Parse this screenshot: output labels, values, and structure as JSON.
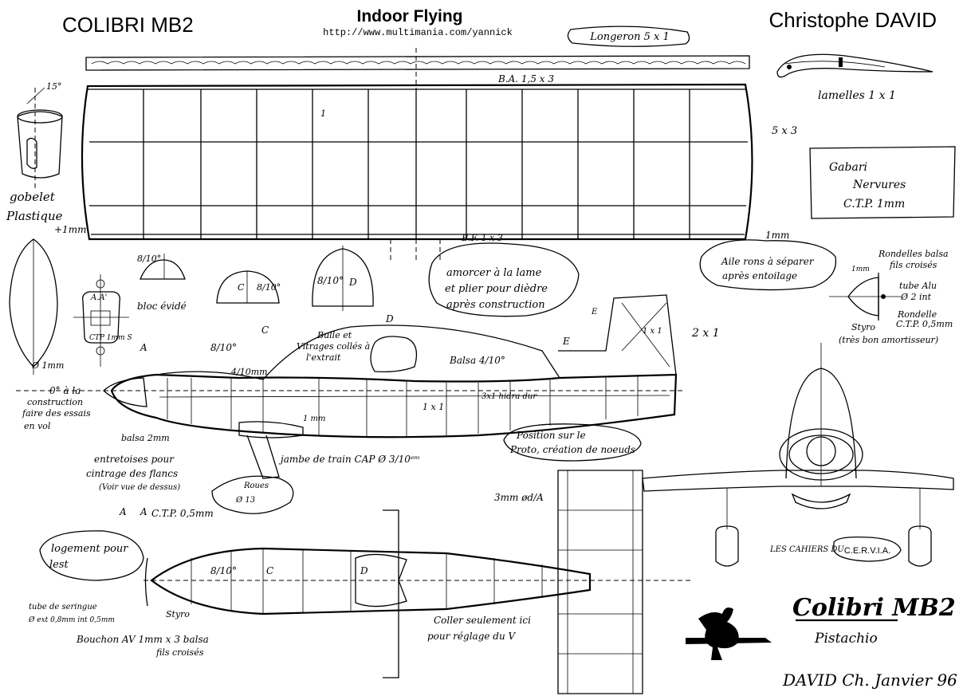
{
  "header": {
    "model_name": "COLIBRI MB2",
    "category": "Indoor Flying",
    "url": "http://www.multimania.com/yannick",
    "author": "Christophe DAVID"
  },
  "wing": {
    "spar": "Longeron  5 x 1",
    "leading_edge": "B.A. 1,5 x 3",
    "trailing_edge": "B.F. 1 x 3",
    "edge_size": "5 x 3",
    "rib_dim": "1"
  },
  "airfoil": {
    "slats": "lamelles 1 x 1"
  },
  "template_box": {
    "line1": "Gabari",
    "line2": "Nervures",
    "line3": "C.T.P. 1mm"
  },
  "wing_separation": {
    "dim": "1mm",
    "line1": "Aile rons à séparer",
    "line2": "après entoilage"
  },
  "cowl": {
    "angle": "15°",
    "line1": "gobelet",
    "line2": "Plastique",
    "thickness": "+1mm"
  },
  "dihedral_note": {
    "line1": "amorcer à la lame",
    "line2": "et plier pour dièdre",
    "line3": "après construction"
  },
  "bulkheads": {
    "a_label": "A",
    "a_ref": "A.A'",
    "a_ctp": "CTP 1mm S",
    "b_label": "8/10°",
    "c_label": "C",
    "c_dim": "8/10°",
    "d_label": "D",
    "d_dim": "8/10°",
    "e_label": "E",
    "diam": "Ø 1mm"
  },
  "fuselage": {
    "bloc": "bloc évidé",
    "canopy_line1": "Bulle et",
    "canopy_line2": "Vitrages collés à",
    "canopy_line3": "l'extrait",
    "balsa_top": "Balsa 4/10°",
    "balsa_side": "4/10mm",
    "struts": "1 x 1",
    "side_dim": "3x1 hidra dur",
    "zero_line1": "0° à la",
    "zero_line2": "construction",
    "zero_line3": "faire des essais",
    "zero_line4": "en vol",
    "balsa_2mm": "balsa 2mm",
    "spacers_line1": "entretoises pour",
    "spacers_line2": "cintrage des flancs",
    "spacers_line3": "(Voir vue de dessus)",
    "gear": "jambe de train CAP Ø 3/10ᵉᵐ",
    "wheel_line1": "Roues",
    "wheel_line2": "Ø 13",
    "one_mm": "1 mm",
    "position_line1": "Position sur le",
    "position_line2": "Proto, création de noeuds",
    "stab_dim": "2 x 1",
    "fin_dim": "1 x 1",
    "rudder_dim": "3mm ød/A"
  },
  "wheel_detail": {
    "line1": "Rondelles balsa",
    "line2": "fils croisés",
    "size": "1mm",
    "tube": "tube Alu",
    "tube_diam": "Ø 2 int",
    "washer": "Rondelle",
    "washer_spec": "C.T.P. 0,5mm",
    "styro": "Styro",
    "styro_note": "(très bon amortisseur)"
  },
  "top_view": {
    "ctp": "C.T.P. 0,5mm",
    "bearing_line1": "logement pour",
    "bearing_line2": "lest",
    "tube_line1": "tube de seringue",
    "tube_line2": "Ø ext 0,8mm int 0,5mm",
    "nose_line1": "Bouchon AV 1mm x 3 balsa",
    "nose_line2": "fils croisés",
    "styro": "Styro",
    "glue_line1": "Coller seulement ici",
    "glue_line2": "pour réglage du V"
  },
  "publisher": {
    "label": "LES CAHIERS DU",
    "name": "C.E.R.V.I.A."
  },
  "title_block": {
    "name": "Colibri MB2",
    "subtitle": "Pistachio",
    "signature": "DAVID Ch. Janvier 96"
  }
}
